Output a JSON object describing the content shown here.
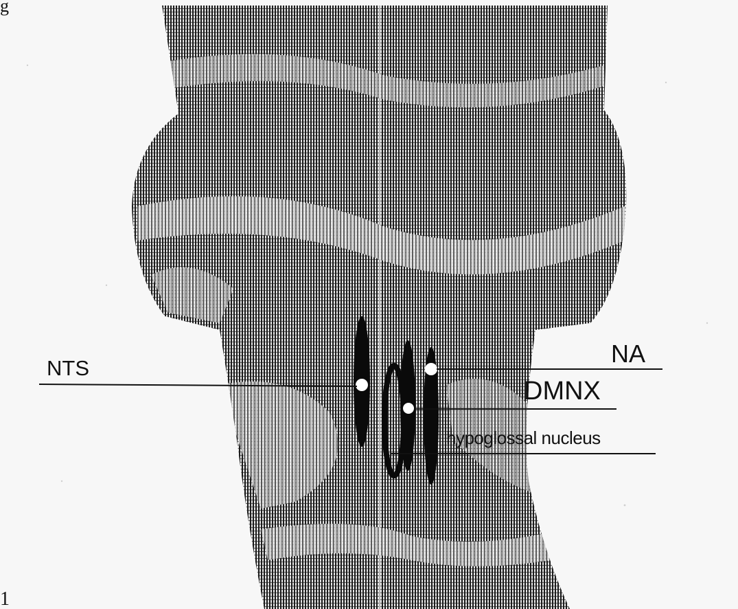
{
  "figure": {
    "top_left_fragment": "g",
    "panel_number": "1"
  },
  "labels": {
    "nts": "NTS",
    "na": "NA",
    "dmnx": "DMNX",
    "hypoglossal": "hypoglossal nucleus"
  },
  "colors": {
    "background": "#f7f7f7",
    "tissue_dark": "#2a2a2a",
    "tissue_light": "#d8d8d8",
    "nucleus_fill": "#0a0a0a",
    "marker_dot": "#ffffff",
    "text": "#111111"
  }
}
